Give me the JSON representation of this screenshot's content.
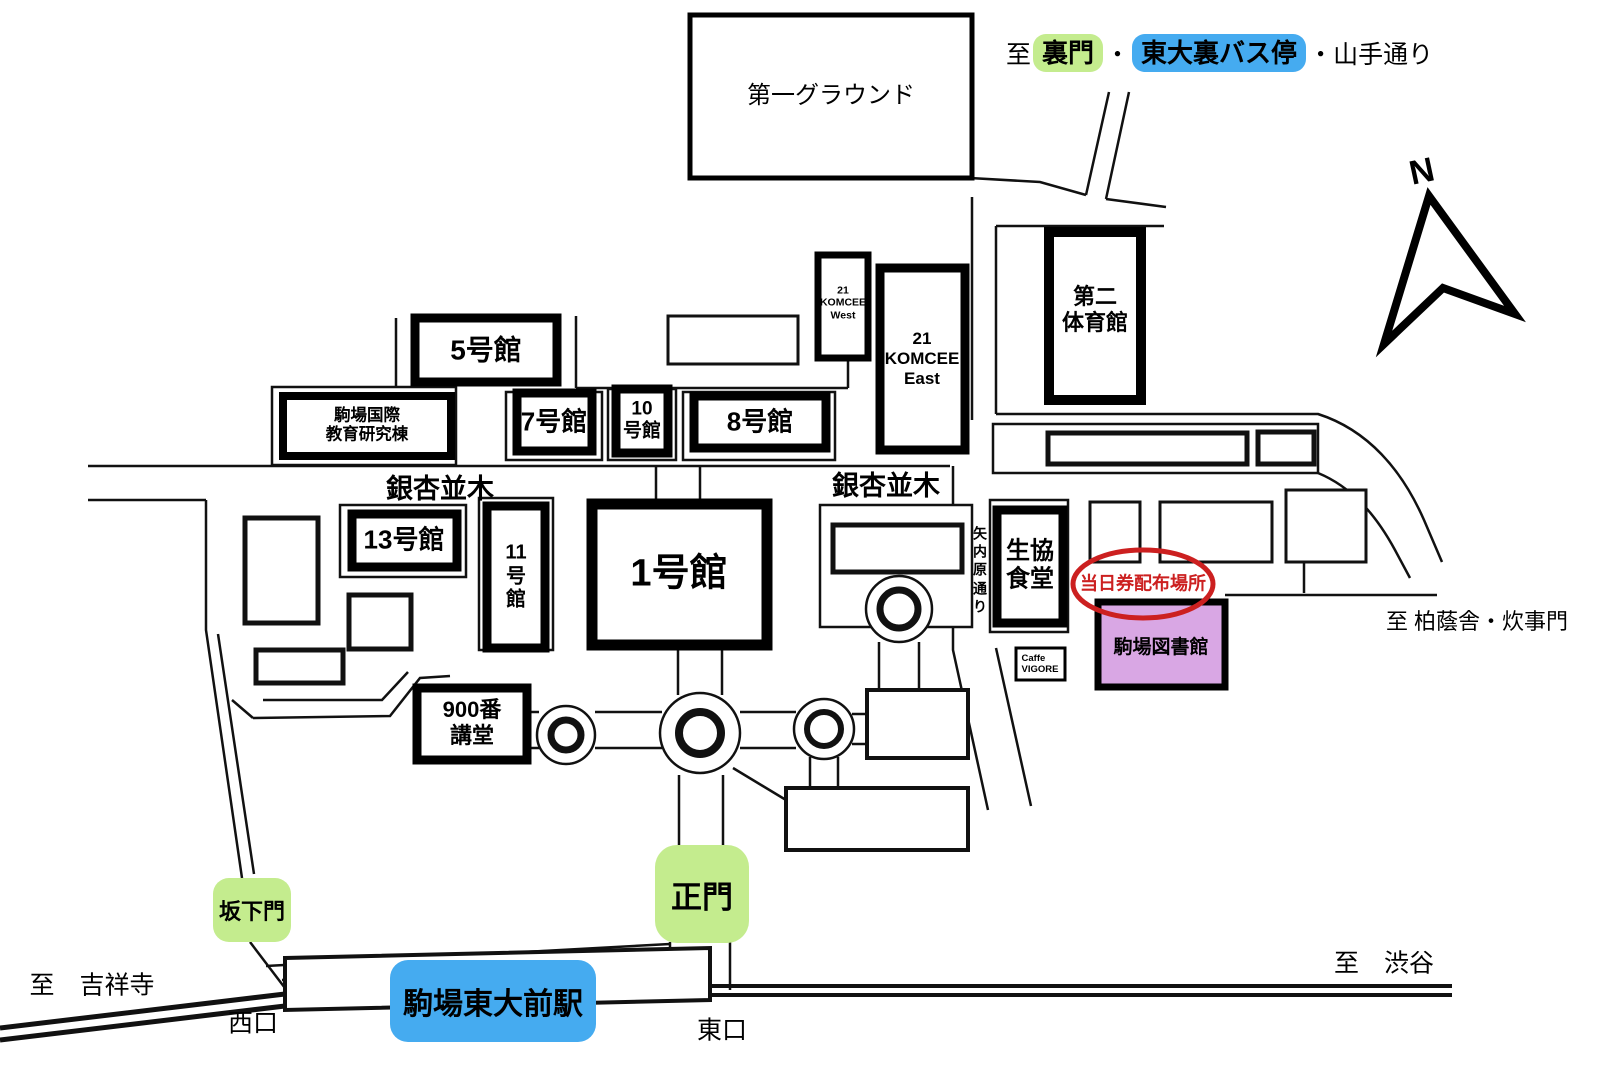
{
  "colors": {
    "gate_green": "#c4ec8e",
    "station_blue": "#45abf0",
    "library_purple": "#d9a7e4",
    "highlight_red": "#cc2020",
    "line_black": "#111111"
  },
  "compass": {
    "label": "N"
  },
  "top_right": {
    "prefix": "至",
    "gate": "裏門",
    "sep": "・",
    "bus_stop": "東大裏バス停",
    "suffix": "・山手通り"
  },
  "buildings": {
    "ground": "第一グラウンド",
    "bldg5": "5号館",
    "kokusai": "駒場国際\n教育研究棟",
    "bldg7": "7号館",
    "bldg10": "10\n号館",
    "bldg8": "8号館",
    "komcee_west": "21\nKOMCEE\nWest",
    "komcee_east": "21\nKOMCEE\nEast",
    "gym2": "第二\n体育館",
    "bldg13": "13号館",
    "bldg11": "11\n号\n館",
    "bldg1": "1号館",
    "hall900": "900番\n講堂",
    "coop": "生協\n食堂",
    "library": "駒場図書館",
    "caffe": "Caffe\nVIGORE"
  },
  "streets": {
    "icho_left": "銀杏並木",
    "icho_right": "銀杏並木",
    "yanaihara": "矢\n内\n原\n通\nり"
  },
  "gates": {
    "sakashita": "坂下門",
    "main": "正門"
  },
  "station": {
    "name": "駒場東大前駅",
    "west_exit": "西口",
    "east_exit": "東口"
  },
  "directions": {
    "kichijoji": "至　吉祥寺",
    "shibuya": "至　渋谷",
    "kashokusha": "至 柏蔭舎・炊事門"
  },
  "ticket": {
    "label": "当日券配布場所"
  }
}
